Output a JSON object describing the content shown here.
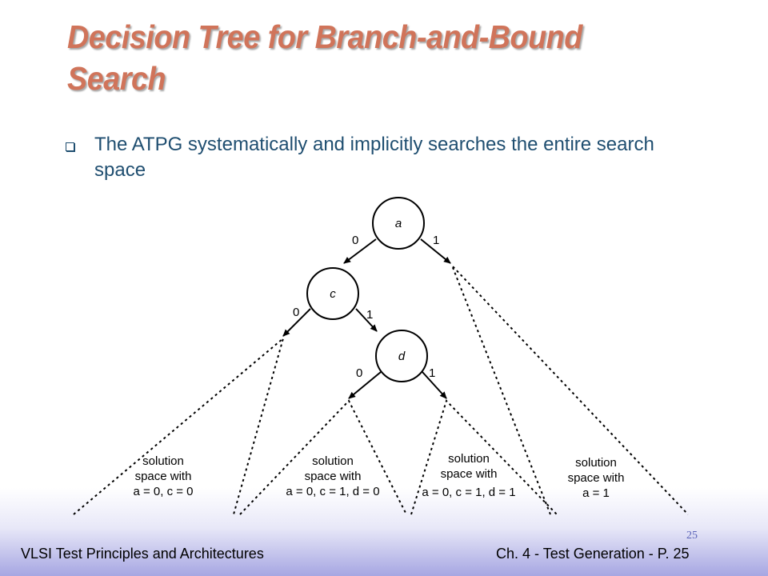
{
  "slide": {
    "title": "Decision Tree for Branch-and-Bound Search",
    "bullet": "The ATPG systematically and implicitly searches the entire search space"
  },
  "diagram": {
    "nodes": [
      "a",
      "c",
      "d"
    ],
    "edge_labels": {
      "a_left": "0",
      "a_right": "1",
      "c_left": "0",
      "c_right": "1",
      "d_left": "0",
      "d_right": "1"
    },
    "solution_spaces": [
      [
        "solution",
        "space with",
        "a = 0, c = 0"
      ],
      [
        "solution",
        "space with",
        "a = 0, c = 1, d = 0"
      ],
      [
        "solution",
        "space with",
        "a = 0, c = 1, d = 1"
      ],
      [
        "solution",
        "space with",
        "a = 1"
      ]
    ]
  },
  "footer": {
    "left": "VLSI Test Principles and Architectures",
    "right": "Ch. 4 - Test Generation - P. 25",
    "slide_number": "25"
  }
}
